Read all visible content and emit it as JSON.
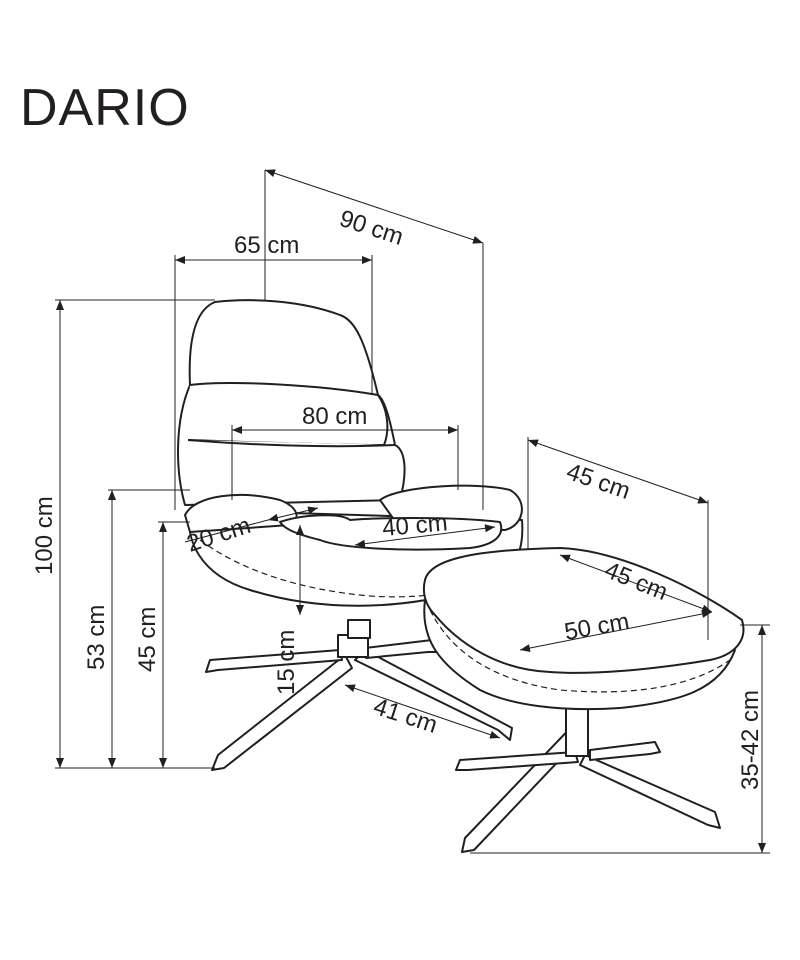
{
  "title": "DARIO",
  "dimensions": {
    "chair_depth_diag": "90 cm",
    "chair_width": "65 cm",
    "armrest_width": "80 cm",
    "ottoman_depth_top": "45 cm",
    "total_height": "100 cm",
    "armrest_height": "53 cm",
    "seat_height": "45 cm",
    "armrest_depth": "20 cm",
    "seat_width": "40 cm",
    "seat_thickness": "15 cm",
    "base_radius": "41 cm",
    "ottoman_depth": "45 cm",
    "ottoman_width": "50 cm",
    "ottoman_height": "35-42 cm"
  }
}
